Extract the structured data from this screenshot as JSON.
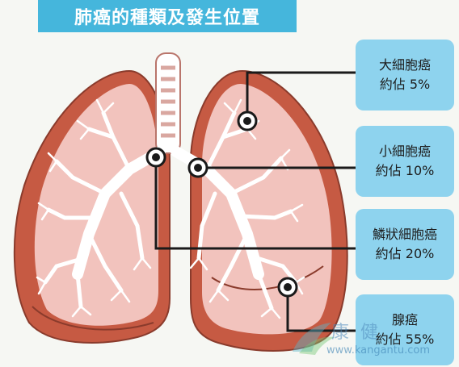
{
  "title": "肺癌的種類及發生位置",
  "callouts": [
    {
      "name": "大細胞癌",
      "share": "約佔 5%"
    },
    {
      "name": "小細胞癌",
      "share": "約佔 10%"
    },
    {
      "name": "鱗狀細胞癌",
      "share": "約佔 20%"
    },
    {
      "name": "腺癌",
      "share": "約佔 55%"
    }
  ],
  "watermark": {
    "brand": "康健",
    "url": "www.kangantu.com"
  },
  "colors": {
    "title_bg": "#45b6dc",
    "callout_bg": "#8ed3ee",
    "lung_outer": "#c65a43",
    "lung_inner": "#f2c3bd",
    "bronchi": "#ffffff"
  }
}
